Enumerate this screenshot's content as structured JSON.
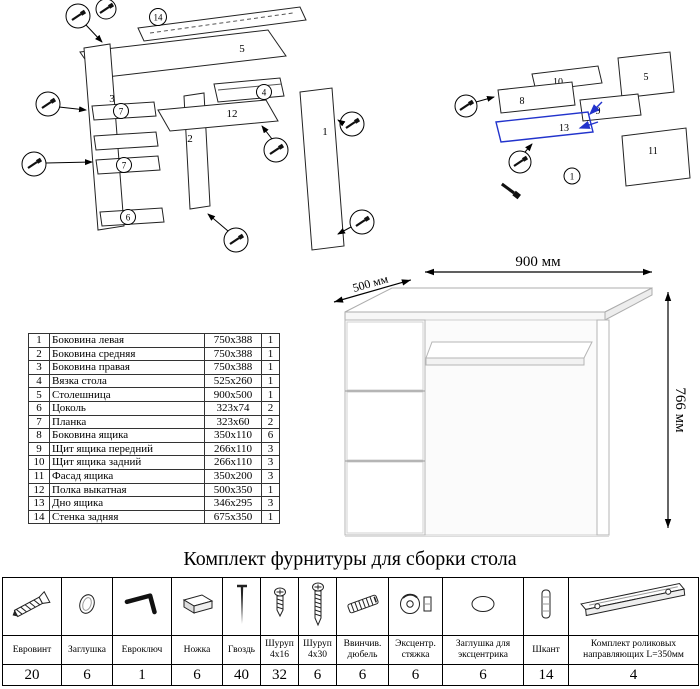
{
  "parts_table": {
    "rows": [
      {
        "n": "1",
        "name": "Боковина левая",
        "size": "750x388",
        "qty": "1"
      },
      {
        "n": "2",
        "name": "Боковина средняя",
        "size": "750x388",
        "qty": "1"
      },
      {
        "n": "3",
        "name": "Боковина правая",
        "size": "750x388",
        "qty": "1"
      },
      {
        "n": "4",
        "name": "Вязка стола",
        "size": "525x260",
        "qty": "1"
      },
      {
        "n": "5",
        "name": "Столешница",
        "size": "900x500",
        "qty": "1"
      },
      {
        "n": "6",
        "name": "Цоколь",
        "size": "323x74",
        "qty": "2"
      },
      {
        "n": "7",
        "name": "Планка",
        "size": "323x60",
        "qty": "2"
      },
      {
        "n": "8",
        "name": "Боковина ящика",
        "size": "350x110",
        "qty": "6"
      },
      {
        "n": "9",
        "name": "Щит ящика передний",
        "size": "266x110",
        "qty": "3"
      },
      {
        "n": "10",
        "name": "Щит ящика задний",
        "size": "266x110",
        "qty": "3"
      },
      {
        "n": "11",
        "name": "Фасад ящика",
        "size": "350x200",
        "qty": "3"
      },
      {
        "n": "12",
        "name": "Полка выкатная",
        "size": "500x350",
        "qty": "1"
      },
      {
        "n": "13",
        "name": "Дно ящика",
        "size": "346x295",
        "qty": "3"
      },
      {
        "n": "14",
        "name": "Стенка задняя",
        "size": "675x350",
        "qty": "1"
      }
    ]
  },
  "desk": {
    "width_label": "900 мм",
    "depth_label": "500 мм",
    "height_label": "766 мм"
  },
  "hardware": {
    "title": "Комплект фурнитуры для сборки стола",
    "items": [
      {
        "name": "Евровинт",
        "qty": "20",
        "icon": "euroscrew-icon"
      },
      {
        "name": "Заглушка",
        "qty": "6",
        "icon": "cap-icon"
      },
      {
        "name": "Евроключ",
        "qty": "1",
        "icon": "hex-key-icon"
      },
      {
        "name": "Ножка",
        "qty": "6",
        "icon": "leg-icon"
      },
      {
        "name": "Гвоздь",
        "qty": "40",
        "icon": "nail-icon"
      },
      {
        "name": "Шуруп 4x16",
        "qty": "32",
        "icon": "screw-short-icon"
      },
      {
        "name": "Шуруп 4x30",
        "qty": "6",
        "icon": "screw-long-icon"
      },
      {
        "name": "Ввинчив. дюбель",
        "qty": "6",
        "icon": "dowel-icon"
      },
      {
        "name": "Эксцентр. стяжка",
        "qty": "6",
        "icon": "cam-lock-icon"
      },
      {
        "name": "Заглушка для эксцентрика",
        "qty": "6",
        "icon": "cam-cap-icon"
      },
      {
        "name": "Шкант",
        "qty": "14",
        "icon": "wood-pin-icon"
      },
      {
        "name": "Комплект роликовых направляющих L=350мм",
        "qty": "4",
        "icon": "roller-rails-icon"
      }
    ]
  },
  "diagram": {
    "main_labels": [
      "14",
      "5",
      "3",
      "7",
      "7",
      "6",
      "2",
      "12",
      "4",
      "1"
    ],
    "drawer_labels": [
      "10",
      "5",
      "8",
      "9",
      "13",
      "11",
      "1"
    ]
  }
}
